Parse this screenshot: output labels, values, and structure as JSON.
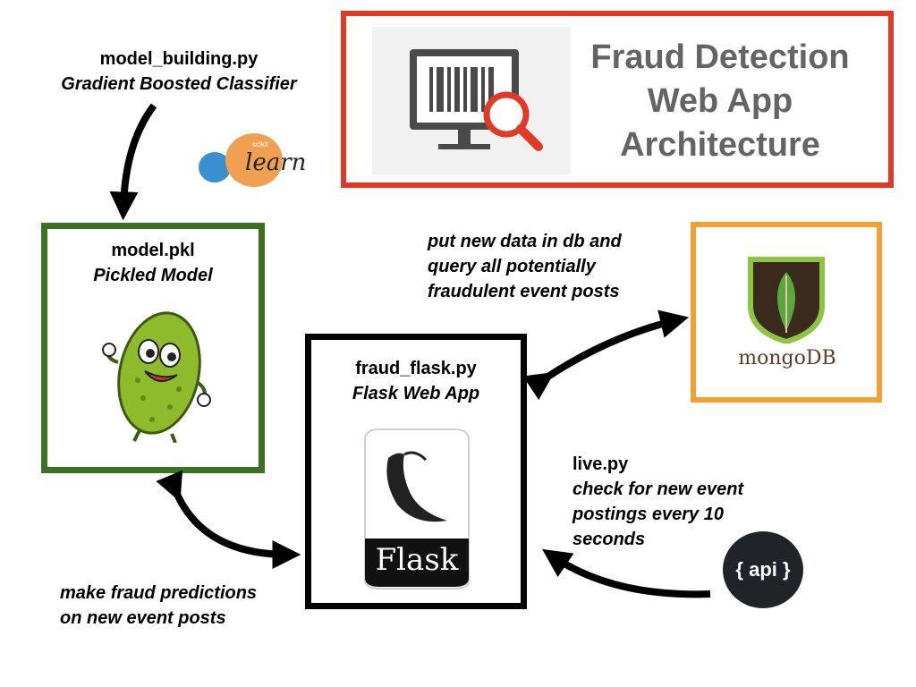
{
  "title": {
    "lines": [
      "Fraud Detection",
      "Web App",
      "Architecture"
    ]
  },
  "model_building": {
    "filename": "model_building.py",
    "description": "Gradient Boosted Classifier"
  },
  "sklearn_logo": {
    "small": "scikit",
    "word": "learn"
  },
  "model_pkl": {
    "filename": "model.pkl",
    "description": "Pickled Model"
  },
  "flask_app": {
    "filename": "fraud_flask.py",
    "description": "Flask Web App",
    "logo_word": "Flask"
  },
  "mongodb": {
    "logo_word": "mongoDB",
    "edge_label": [
      "put new data in db and",
      "query all potentially",
      "fraudulent event posts"
    ]
  },
  "live": {
    "filename": "live.py",
    "description": [
      "check for new event",
      "postings every 10",
      "seconds"
    ]
  },
  "api": {
    "badge": "{ api }"
  },
  "predictions": {
    "edge_label": [
      "make fraud predictions",
      "on new event posts"
    ]
  },
  "colors": {
    "title_border": "#e03a26",
    "model_border": "#3a7222",
    "flask_border": "#000000",
    "mongo_border": "#f0a035",
    "title_text": "#646464"
  }
}
